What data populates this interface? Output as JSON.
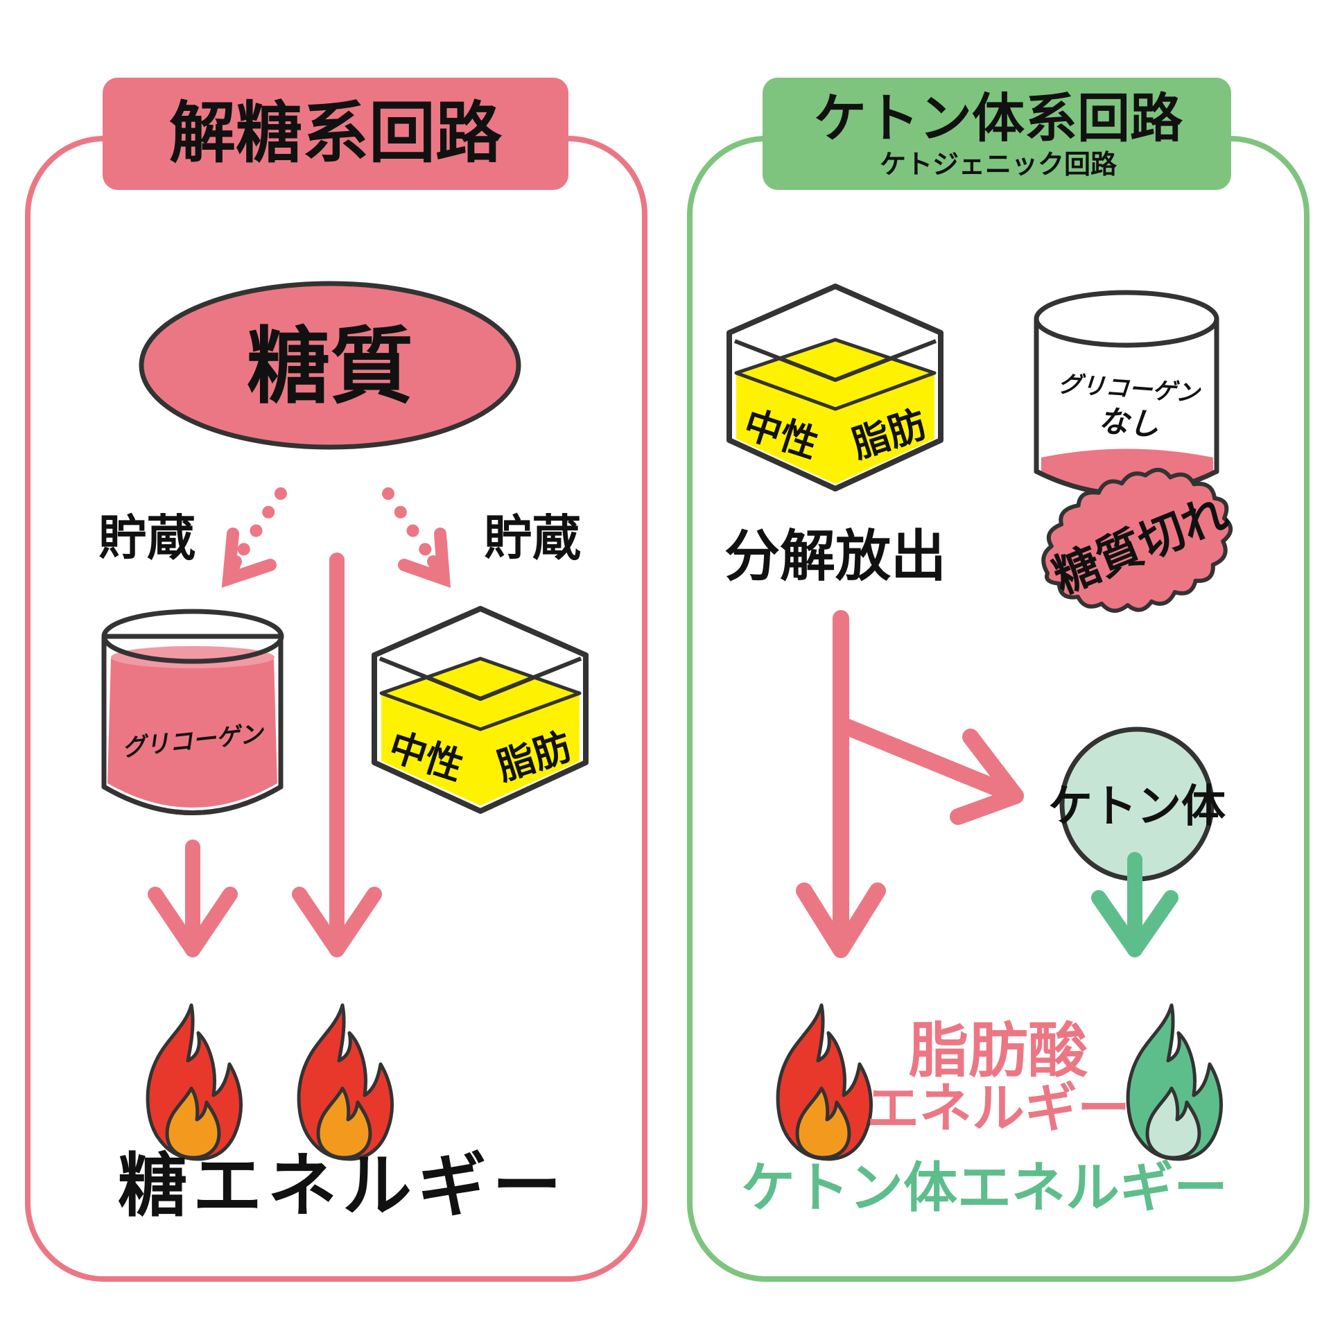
{
  "colors": {
    "pink": "#EC7784",
    "green": "#7EC47E",
    "dark_green": "#5DBE8C",
    "yellow": "#FFF200",
    "outline": "#333333",
    "flame_red": "#E8382C",
    "flame_orange": "#F39A1E",
    "ketone_fill": "#C7E5D5",
    "black": "#111111"
  },
  "left_panel": {
    "title": "解糖系回路",
    "source": "糖質",
    "store_left": "貯蔵",
    "store_right": "貯蔵",
    "glycogen_label": "グリコーゲン",
    "fat_label_1": "中性",
    "fat_label_2": "脂肪",
    "energy_label": "糖エネルギー"
  },
  "right_panel": {
    "title": "ケトン体系回路",
    "subtitle": "ケトジェニック回路",
    "fat_label_1": "中性",
    "fat_label_2": "脂肪",
    "empty_glycogen_line1": "グリコーゲン",
    "empty_glycogen_line2": "なし",
    "burst_label": "糖質切れ",
    "release_label": "分解放出",
    "ketone_label": "ケトン体",
    "fatty_acid_line1": "脂肪酸",
    "fatty_acid_line2": "エネルギー",
    "ketone_energy_label": "ケトン体エネルギー"
  }
}
